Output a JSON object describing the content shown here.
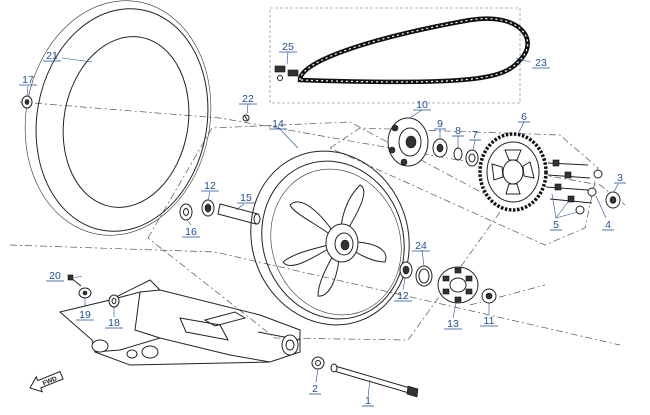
{
  "callouts": [
    {
      "id": "c1",
      "label": "1"
    },
    {
      "id": "c2",
      "label": "2"
    },
    {
      "id": "c3",
      "label": "3"
    },
    {
      "id": "c4",
      "label": "4"
    },
    {
      "id": "c5",
      "label": "5"
    },
    {
      "id": "c6",
      "label": "6"
    },
    {
      "id": "c7",
      "label": "7"
    },
    {
      "id": "c8",
      "label": "8"
    },
    {
      "id": "c9",
      "label": "9"
    },
    {
      "id": "c10",
      "label": "10"
    },
    {
      "id": "c11",
      "label": "11"
    },
    {
      "id": "c12a",
      "label": "12"
    },
    {
      "id": "c12b",
      "label": "12"
    },
    {
      "id": "c13",
      "label": "13"
    },
    {
      "id": "c14",
      "label": "14"
    },
    {
      "id": "c15",
      "label": "15"
    },
    {
      "id": "c16",
      "label": "16"
    },
    {
      "id": "c17",
      "label": "17"
    },
    {
      "id": "c18",
      "label": "18"
    },
    {
      "id": "c19",
      "label": "19"
    },
    {
      "id": "c20",
      "label": "20"
    },
    {
      "id": "c21",
      "label": "21"
    },
    {
      "id": "c22",
      "label": "22"
    },
    {
      "id": "c23",
      "label": "23"
    },
    {
      "id": "c24",
      "label": "24"
    },
    {
      "id": "c25",
      "label": "25"
    }
  ],
  "direction_marker": {
    "label": "FWD"
  },
  "colors": {
    "callout": "#1f4e9b",
    "line": "#222222",
    "background": "#ffffff"
  }
}
